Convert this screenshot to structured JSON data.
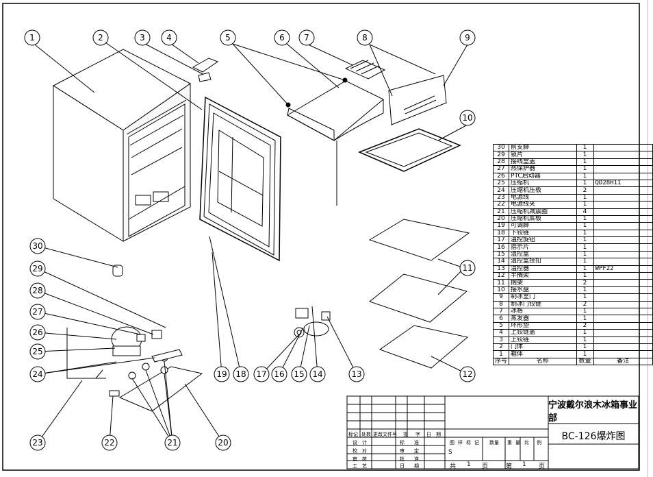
{
  "callouts": [
    "1",
    "2",
    "3",
    "4",
    "5",
    "6",
    "7",
    "8",
    "9",
    "10",
    "11",
    "12",
    "13",
    "14",
    "15",
    "16",
    "17",
    "18",
    "19",
    "20",
    "21",
    "22",
    "23",
    "24",
    "25",
    "26",
    "27",
    "28",
    "29",
    "30"
  ],
  "bom": {
    "header": {
      "no": "序号",
      "name": "名称",
      "qty": "数量",
      "remark": "备注"
    },
    "rows": [
      {
        "no": "30",
        "name": "前支脚",
        "qty": "1",
        "remark": ""
      },
      {
        "no": "29",
        "name": "锁片",
        "qty": "1",
        "remark": ""
      },
      {
        "no": "28",
        "name": "接线盒盖",
        "qty": "1",
        "remark": ""
      },
      {
        "no": "27",
        "name": "热保护器",
        "qty": "1",
        "remark": ""
      },
      {
        "no": "26",
        "name": "PTC启动器",
        "qty": "1",
        "remark": ""
      },
      {
        "no": "25",
        "name": "压缩机",
        "qty": "1",
        "remark": "QD28H11"
      },
      {
        "no": "24",
        "name": "压缩机压板",
        "qty": "2",
        "remark": ""
      },
      {
        "no": "23",
        "name": "电源线",
        "qty": "1",
        "remark": ""
      },
      {
        "no": "22",
        "name": "电源线夹",
        "qty": "1",
        "remark": ""
      },
      {
        "no": "21",
        "name": "压缩机减震圈",
        "qty": "4",
        "remark": ""
      },
      {
        "no": "20",
        "name": "压缩机底板",
        "qty": "1",
        "remark": ""
      },
      {
        "no": "19",
        "name": "可调脚",
        "qty": "1",
        "remark": ""
      },
      {
        "no": "18",
        "name": "下铰链",
        "qty": "1",
        "remark": ""
      },
      {
        "no": "17",
        "name": "温控旋钮",
        "qty": "1",
        "remark": ""
      },
      {
        "no": "16",
        "name": "指示片",
        "qty": "1",
        "remark": ""
      },
      {
        "no": "15",
        "name": "温控盒",
        "qty": "1",
        "remark": ""
      },
      {
        "no": "14",
        "name": "温控盒挂扣",
        "qty": "1",
        "remark": ""
      },
      {
        "no": "13",
        "name": "温控器",
        "qty": "1",
        "remark": "WPF22"
      },
      {
        "no": "12",
        "name": "半搁架",
        "qty": "1",
        "remark": ""
      },
      {
        "no": "11",
        "name": "搁架",
        "qty": "2",
        "remark": ""
      },
      {
        "no": "10",
        "name": "接水盘",
        "qty": "1",
        "remark": ""
      },
      {
        "no": "9",
        "name": "制冰室门",
        "qty": "1",
        "remark": ""
      },
      {
        "no": "8",
        "name": "制冰门铰链",
        "qty": "2",
        "remark": ""
      },
      {
        "no": "7",
        "name": "冰格",
        "qty": "1",
        "remark": ""
      },
      {
        "no": "6",
        "name": "蒸发器",
        "qty": "1",
        "remark": ""
      },
      {
        "no": "5",
        "name": "环形垫",
        "qty": "2",
        "remark": ""
      },
      {
        "no": "4",
        "name": "上铰链盖",
        "qty": "1",
        "remark": ""
      },
      {
        "no": "3",
        "name": "上铰链",
        "qty": "1",
        "remark": ""
      },
      {
        "no": "2",
        "name": "门体",
        "qty": "1",
        "remark": ""
      },
      {
        "no": "1",
        "name": "箱体",
        "qty": "1",
        "remark": ""
      }
    ]
  },
  "title_block": {
    "company": "宁波戴尔浪木冰箱事业部",
    "drawing": "BC-126爆炸图",
    "rev_labels": [
      "标记",
      "处数",
      "更改文件号",
      "签",
      "字",
      "日",
      "期"
    ],
    "roles_left": [
      "设",
      "计",
      "校",
      "对",
      "审",
      "核",
      "工",
      "艺"
    ],
    "roles_right": [
      "标",
      "准",
      "审",
      "定",
      "批",
      "准",
      "日",
      "期"
    ],
    "stage_labels": [
      "图",
      "样",
      "标",
      "记",
      "数量",
      "重",
      "量",
      "比",
      "例"
    ],
    "stage_mark": "S",
    "sheet_total_label": "共",
    "sheet_total": "1",
    "sheet_unit": "页",
    "sheet_no_label": "第",
    "sheet_no": "1",
    "sheet_no_unit": "页"
  }
}
